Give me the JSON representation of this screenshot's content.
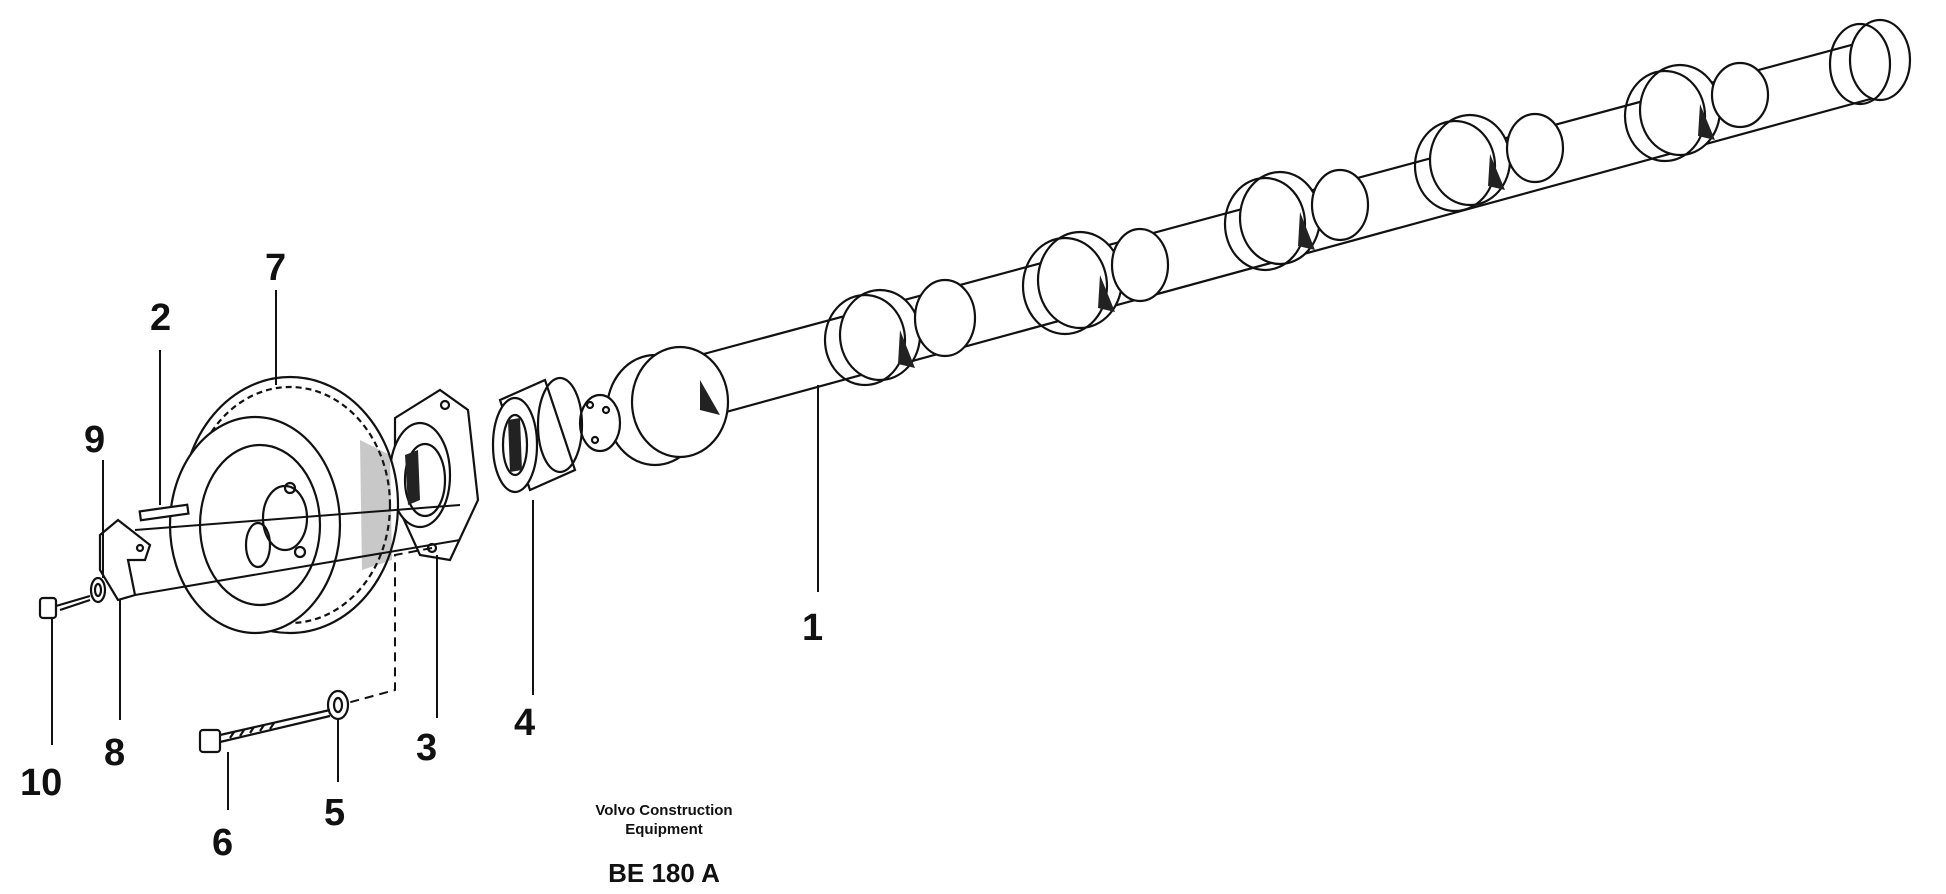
{
  "callouts": [
    "1",
    "2",
    "3",
    "4",
    "5",
    "6",
    "7",
    "8",
    "9",
    "10"
  ],
  "credit_line1": "Volvo Construction",
  "credit_line2": "Equipment",
  "figure_code": "BE 180 A"
}
